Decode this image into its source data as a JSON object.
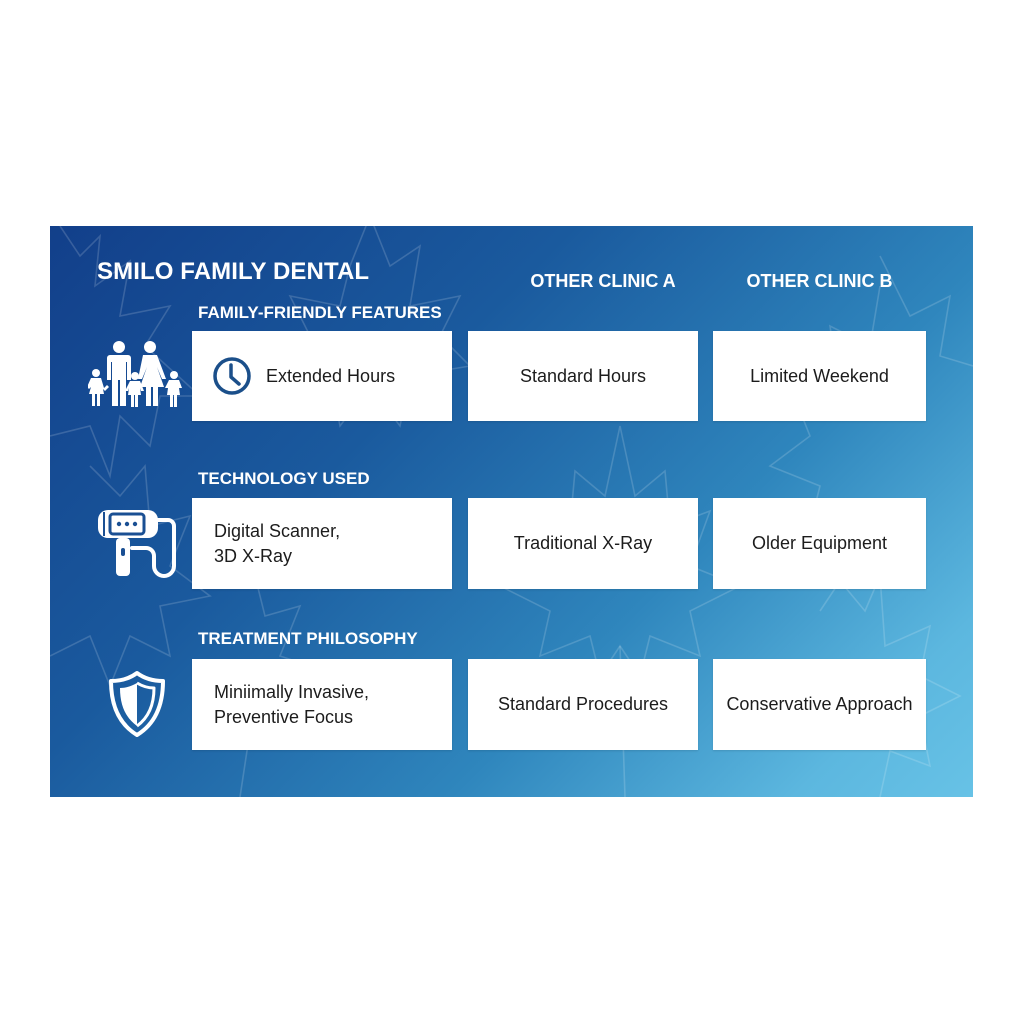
{
  "panel": {
    "title": "SMILO FAMILY DENTAL",
    "colors": {
      "gradient_start": "#123f8a",
      "gradient_end": "#67c2e6",
      "card_bg": "#ffffff",
      "card_text": "#1c1c1c",
      "clock_icon": "#1b4f8a"
    }
  },
  "columns": [
    {
      "label": "SMILO FAMILY DENTAL"
    },
    {
      "label": "OTHER CLINIC A"
    },
    {
      "label": "OTHER CLINIC B"
    }
  ],
  "rows": [
    {
      "label": "FAMILY-FRIENDLY FEATURES",
      "icon": "family-icon",
      "cells": [
        {
          "icon": "clock-icon",
          "lines": [
            "Extended Hours"
          ]
        },
        {
          "lines": [
            "Standard Hours"
          ]
        },
        {
          "lines": [
            "Limited Weekend"
          ]
        }
      ]
    },
    {
      "label": "TECHNOLOGY USED",
      "icon": "dental-scanner-icon",
      "cells": [
        {
          "lines": [
            "Digital Scanner,",
            "3D X-Ray"
          ]
        },
        {
          "lines": [
            "Traditional X-Ray"
          ]
        },
        {
          "lines": [
            "Older Equipment"
          ]
        }
      ]
    },
    {
      "label": "TREATMENT PHILOSOPHY",
      "icon": "shield-icon",
      "cells": [
        {
          "lines": [
            "Miniimally Invasive,",
            "Preventive Focus"
          ]
        },
        {
          "lines": [
            "Standard Procedures"
          ]
        },
        {
          "lines": [
            "Conservative Approach"
          ]
        }
      ]
    }
  ]
}
